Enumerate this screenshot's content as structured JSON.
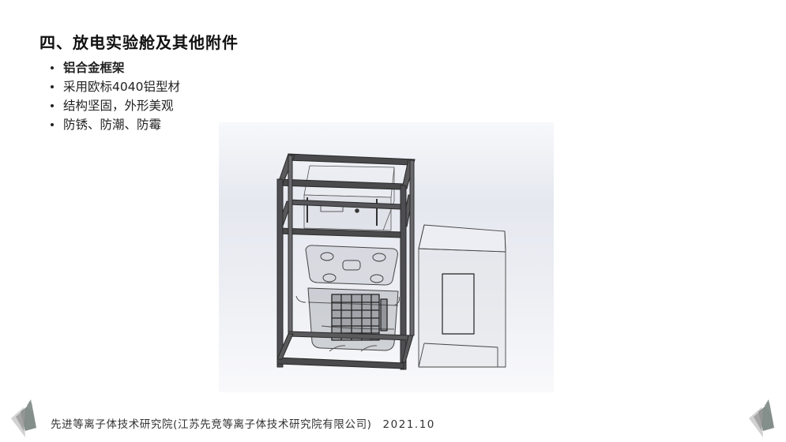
{
  "slide": {
    "title": "四、放电实验舱及其他附件",
    "bullets": [
      {
        "text": "铝合金框架",
        "bold": true
      },
      {
        "text": "采用欧标4040铝型材",
        "bold": false
      },
      {
        "text": "结构坚固，外形美观",
        "bold": false
      },
      {
        "text": "防锈、防潮、防霉",
        "bold": false
      }
    ],
    "figure": {
      "description": "discharge-chamber-cad-render",
      "components": [
        "aluminum-frame",
        "upper-transparent-box",
        "storage-bin-with-lid",
        "inner-grid-basket",
        "transparent-enclosure-with-window"
      ],
      "background_colors": [
        "#f7f8fb",
        "#e5e8ef"
      ]
    }
  },
  "footer": {
    "organization": "先进等离子体技术研究院(江苏先竞等离子体技术研究院有限公司)",
    "date": "2021.10",
    "logo_colors": [
      "#9a9a9a",
      "#6e7a76",
      "#c9c9c9"
    ]
  }
}
